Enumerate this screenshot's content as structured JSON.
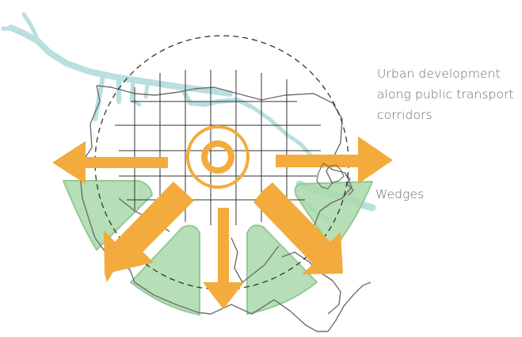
{
  "labels": {
    "urban_development": [
      "Urban development",
      "along public transport",
      "corridors"
    ],
    "wedges": "Wedges"
  },
  "colors": {
    "arrow": "#f2ab3c",
    "wedge_fill": "#a9d9ab",
    "wedge_stroke": "#92ca95",
    "water": "#b9dfe0",
    "boundary_line": "#6e6e6e",
    "grid_line": "#333333",
    "dashed_circle": "#333333",
    "background": "#ffffff"
  },
  "elements": {
    "center_ring": "hub-ring-icon",
    "arrows": [
      "arrow-west",
      "arrow-east",
      "arrow-southwest",
      "arrow-south",
      "arrow-southeast"
    ],
    "wedges": [
      "wedge-west",
      "wedge-southwest",
      "wedge-southeast",
      "wedge-east"
    ]
  }
}
